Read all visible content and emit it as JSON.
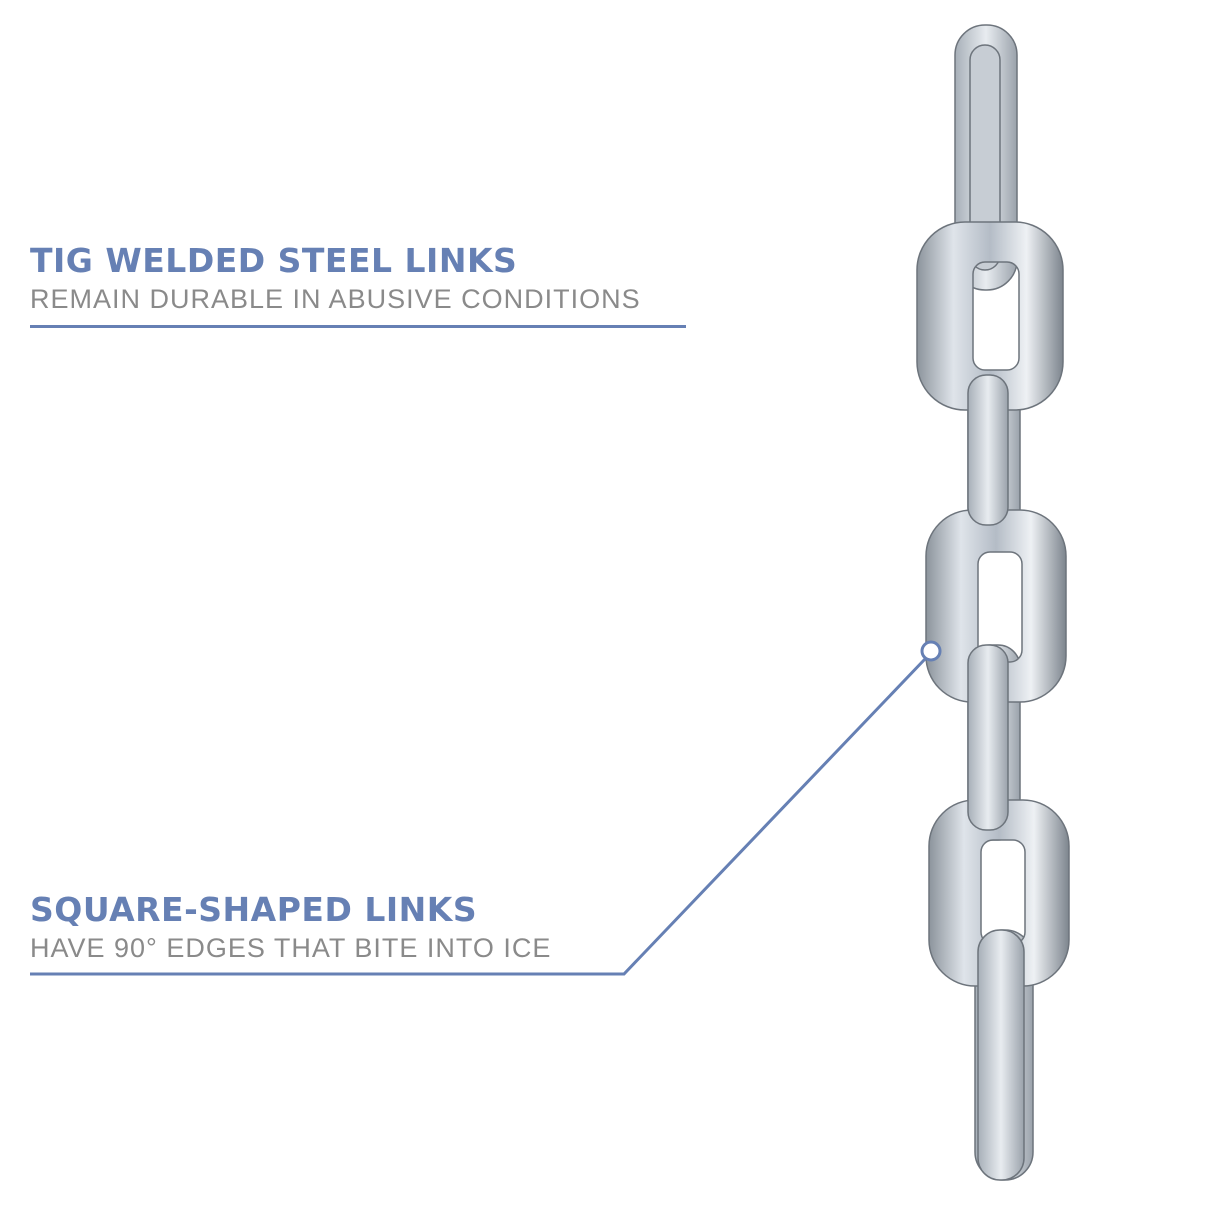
{
  "callouts": [
    {
      "title": "TIG WELDED STEEL LINKS",
      "subtitle": "REMAIN DURABLE IN ABUSIVE CONDITIONS"
    },
    {
      "title": "SQUARE-SHAPED LINKS",
      "subtitle": "HAVE 90° EDGES THAT BITE INTO ICE"
    }
  ],
  "colors": {
    "accent": "#6680b4",
    "subtitle": "#8a8a8a",
    "background": "#ffffff"
  },
  "image": {
    "subject": "galvanized steel chain"
  }
}
